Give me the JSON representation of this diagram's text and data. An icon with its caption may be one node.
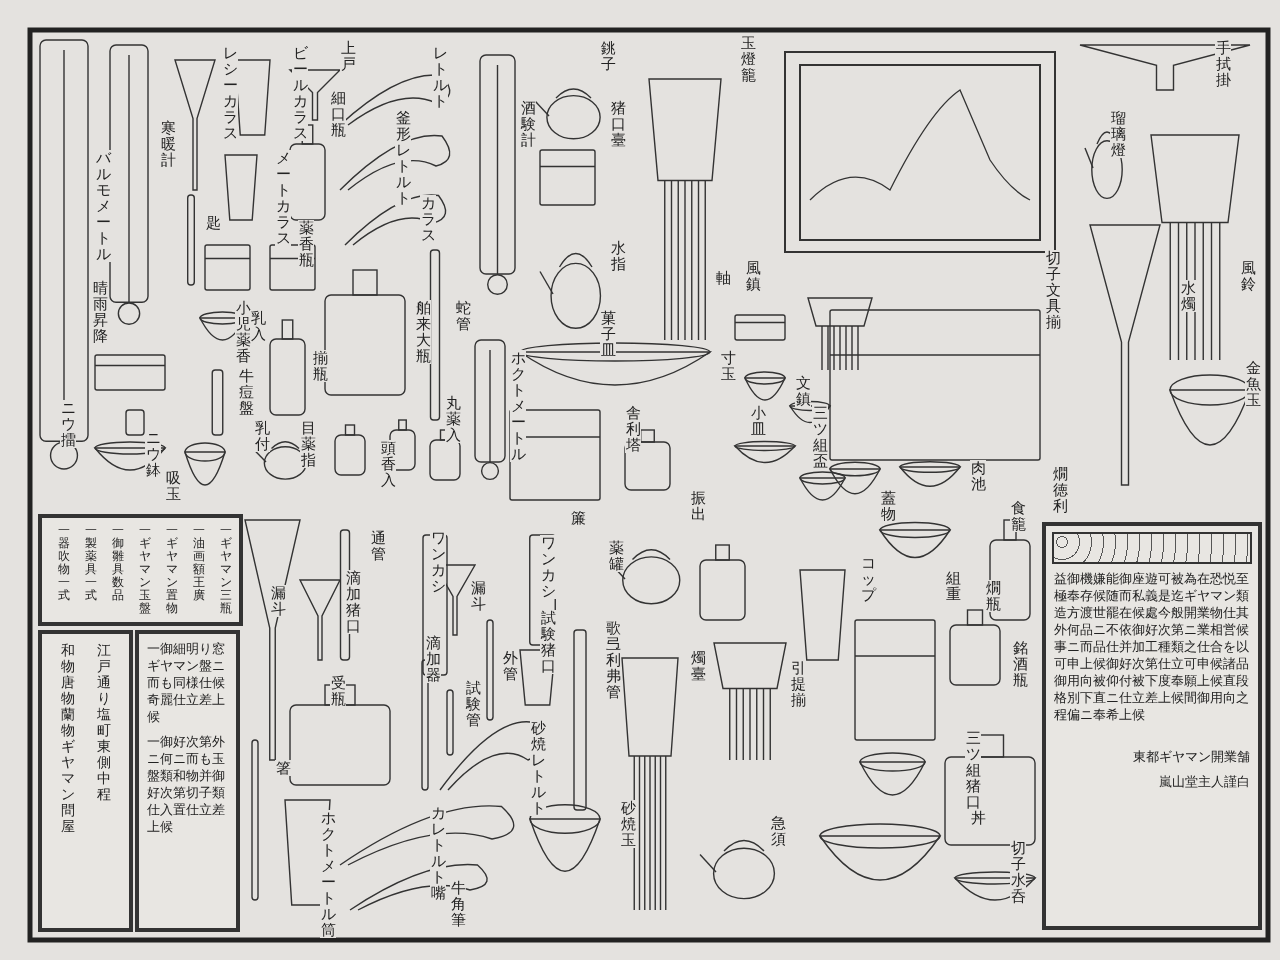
{
  "diagram": {
    "nodes": [
      {
        "text": [
          "一器吹物一式",
          "一製薬具一式",
          "一御雛具数品",
          "一ギヤマン玉盤",
          "一ギヤマン置物",
          "一油画額王廣",
          "一ギヤマン三瓶"
        ]
      },
      {
        "text": [
          "和物唐物蘭物ギヤマン問屋",
          "江戸通り塩町東側中程"
        ]
      },
      {
        "text": [
          "一御細明り窓ギヤマン盤ニ而も同様仕候奇麗仕立差上候",
          "一御好次第外ニ何ニ而も玉盤類和物并御好次第切子類仕入置仕立差上候"
        ]
      },
      {
        "text": [
          "益御機嫌能御座遊可被為在恐悦至極奉存候随而私義是迄ギヤマン類造方渡世罷在候處今般開業物仕其外何品ニ不依御好次第ニ業相営候事ニ而品仕并加工種類之仕合を以可申上候御好次第仕立可申候諸品御用向被仰付被下度奉願上候直段格別下直ニ仕立差上候間御用向之程偏ニ奉希上候",
          "東都ギヤマン開業舗",
          "嵐山堂主人謹白"
        ]
      }
    ],
    "labels": [
      "バルモメートル",
      "晴雨昇降",
      "寒暖計",
      "レシーカラス",
      "ビールカラス",
      "上戸",
      "匙",
      "メートカラス",
      "薬香瓶",
      "細口瓶",
      "レトルト",
      "釜形レトルト",
      "カラス",
      "酒験計",
      "小児薬香",
      "牛痘盤",
      "乳入",
      "揃瓶",
      "舶来大瓶",
      "蛇管",
      "乳付",
      "ニウ擂",
      "ニウ鉢",
      "吸玉",
      "目薬指",
      "頭香入",
      "丸薬入",
      "ホクトメートル",
      "銚子",
      "猪口臺",
      "玉燈籠",
      "水指",
      "菓子皿",
      "舎利塔",
      "簾",
      "軸",
      "風鎮",
      "寸玉",
      "文鎮",
      "小皿",
      "切子文具揃",
      "手拭掛",
      "瑠璃燈",
      "風鈴",
      "水燭",
      "金魚玉",
      "肉池",
      "三ツ組盃",
      "蓋物",
      "食籠",
      "燗徳利",
      "組重",
      "燗瓶",
      "コップ",
      "引提揃",
      "振出",
      "薬罐",
      "三ツ組猪口",
      "丼",
      "銘酒瓶",
      "切子水呑",
      "急須",
      "漏斗",
      "通管",
      "ワンカシ",
      "ワンカシ",
      "漏斗",
      "滴加猪口",
      "滴加器",
      "試験管",
      "外管",
      "試験猪口",
      "歌弖利弗管",
      "燭臺",
      "受瓶",
      "箸",
      "砂焼レトルト",
      "砂焼玉",
      "カレトルト嘴",
      "ホクトメートル筒",
      "牛角筆"
    ]
  }
}
